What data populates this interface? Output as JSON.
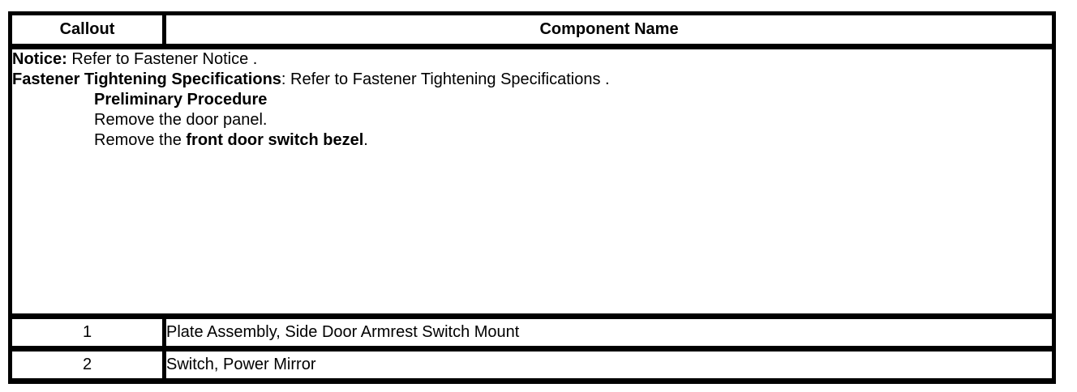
{
  "table": {
    "header": {
      "callout": "Callout",
      "component_name": "Component Name"
    },
    "notice_block": {
      "notice_label": "Notice:",
      "notice_text": " Refer to Fastener Notice .",
      "fastener_label": "Fastener Tightening Specifications",
      "fastener_text": ": Refer to Fastener Tightening Specifications .",
      "preliminary_title": "Preliminary Procedure",
      "step_1": "Remove the door panel.",
      "step_2_prefix": "Remove the ",
      "step_2_link": "front door switch bezel",
      "step_2_suffix": "."
    },
    "rows": [
      {
        "callout": "1",
        "component": "Plate Assembly, Side Door Armrest Switch Mount"
      },
      {
        "callout": "2",
        "component": "Switch, Power Mirror"
      }
    ]
  },
  "colors": {
    "border": "#000000",
    "text": "#000000",
    "background": "#ffffff"
  }
}
